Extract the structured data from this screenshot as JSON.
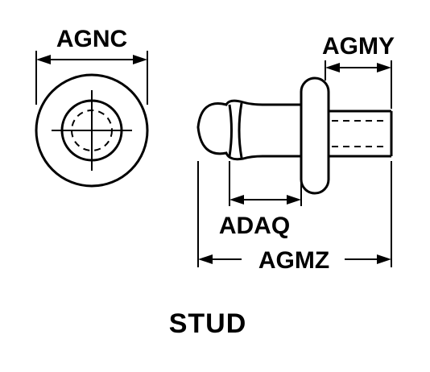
{
  "diagram": {
    "title": "STUD",
    "labels": {
      "agnc": "AGNC",
      "agmy": "AGMY",
      "adaq": "ADAQ",
      "agmz": "AGMZ"
    }
  },
  "colors": {
    "line": "#000000",
    "background": "#ffffff"
  }
}
